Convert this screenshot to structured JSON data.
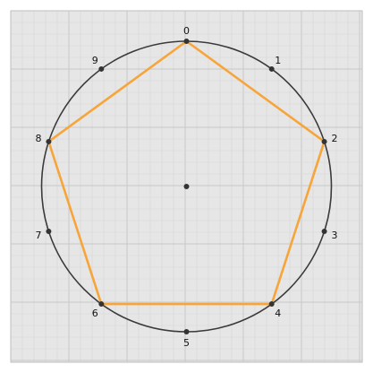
{
  "diagram": {
    "type": "circle-star-polygon",
    "point_count": 10,
    "labels": [
      "0",
      "1",
      "2",
      "3",
      "4",
      "5",
      "6",
      "7",
      "8",
      "9"
    ],
    "polygon_vertices": [
      0,
      2,
      4,
      6,
      8
    ],
    "center_point_visible": true,
    "grid": true,
    "colors": {
      "background": "#e6e6e6",
      "grid_minor": "#d6d6d6",
      "grid_major": "#c8c8c8",
      "frame": "#bdbdbd",
      "circle": "#3a3a3a",
      "polygon": "#f7a53a",
      "point": "#333333",
      "label": "#111111"
    }
  }
}
